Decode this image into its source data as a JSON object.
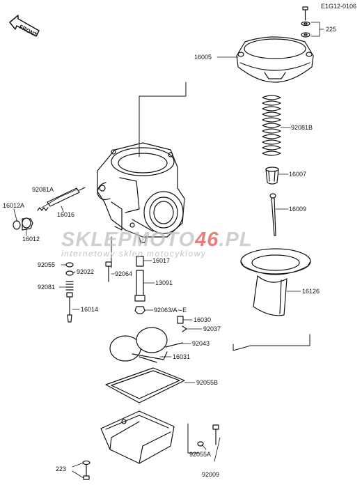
{
  "drawing_code": "E1G12-0106",
  "front_label": "FRONT",
  "watermark": {
    "brand_part1": "SKLEP",
    "brand_part2": "MOTO",
    "brand_part3": "46",
    "brand_part4": ".PL",
    "tagline": "internetowy sklep motocyklowy",
    "accent_color": "#e05555"
  },
  "parts": [
    {
      "id": "225",
      "label": "225"
    },
    {
      "id": "16005",
      "label": "16005"
    },
    {
      "id": "92081B",
      "label": "92081B"
    },
    {
      "id": "16007",
      "label": "16007"
    },
    {
      "id": "16009",
      "label": "16009"
    },
    {
      "id": "16126",
      "label": "16126"
    },
    {
      "id": "92081A",
      "label": "92081A"
    },
    {
      "id": "16012A",
      "label": "16012A"
    },
    {
      "id": "16016",
      "label": "16016"
    },
    {
      "id": "16012",
      "label": "16012"
    },
    {
      "id": "92055",
      "label": "92055"
    },
    {
      "id": "92022",
      "label": "92022"
    },
    {
      "id": "92064",
      "label": "92064"
    },
    {
      "id": "16017",
      "label": "16017"
    },
    {
      "id": "92081",
      "label": "92081"
    },
    {
      "id": "13091",
      "label": "13091"
    },
    {
      "id": "16014",
      "label": "16014"
    },
    {
      "id": "92063",
      "label": "92063/A∼E"
    },
    {
      "id": "16030",
      "label": "16030"
    },
    {
      "id": "92037",
      "label": "92037"
    },
    {
      "id": "92043",
      "label": "92043"
    },
    {
      "id": "16031",
      "label": "16031"
    },
    {
      "id": "92055B",
      "label": "92055B"
    },
    {
      "id": "223",
      "label": "223"
    },
    {
      "id": "92055A",
      "label": "92055A"
    },
    {
      "id": "92009",
      "label": "92009"
    }
  ]
}
